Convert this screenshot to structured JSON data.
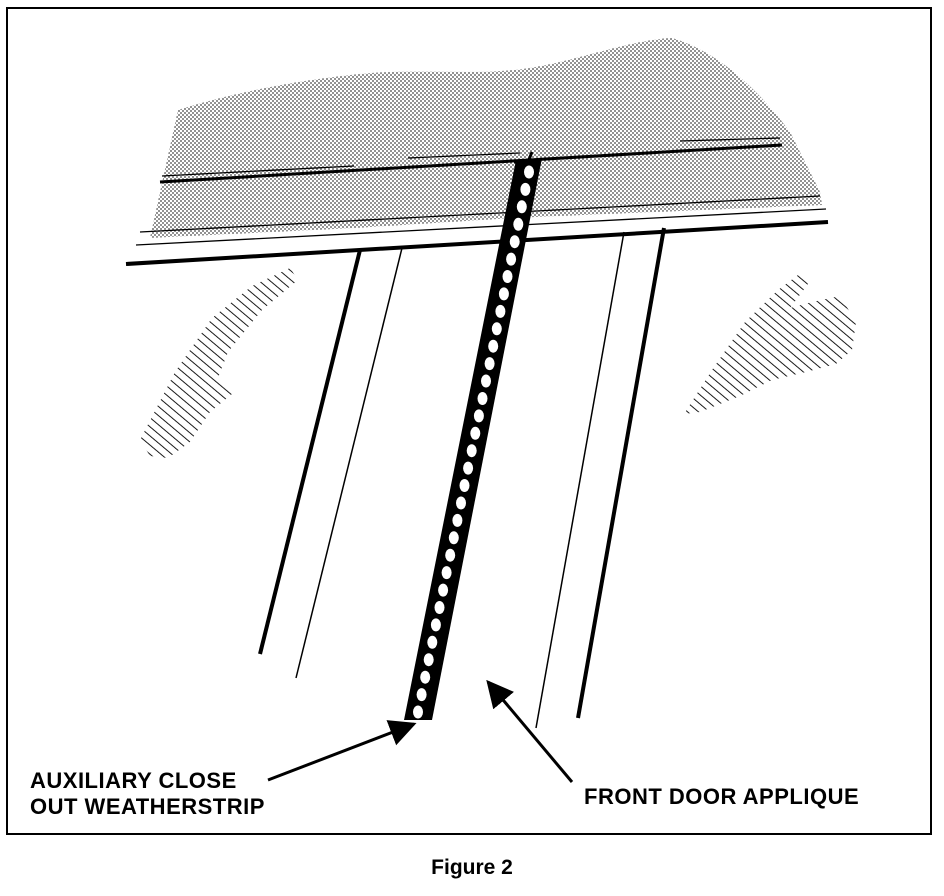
{
  "figure": {
    "caption": "Figure 2",
    "labels": {
      "auxiliary_line1": "AUXILIARY CLOSE",
      "auxiliary_line2": "OUT WEATHERSTRIP",
      "front_door": "FRONT DOOR APPLIQUE"
    }
  }
}
